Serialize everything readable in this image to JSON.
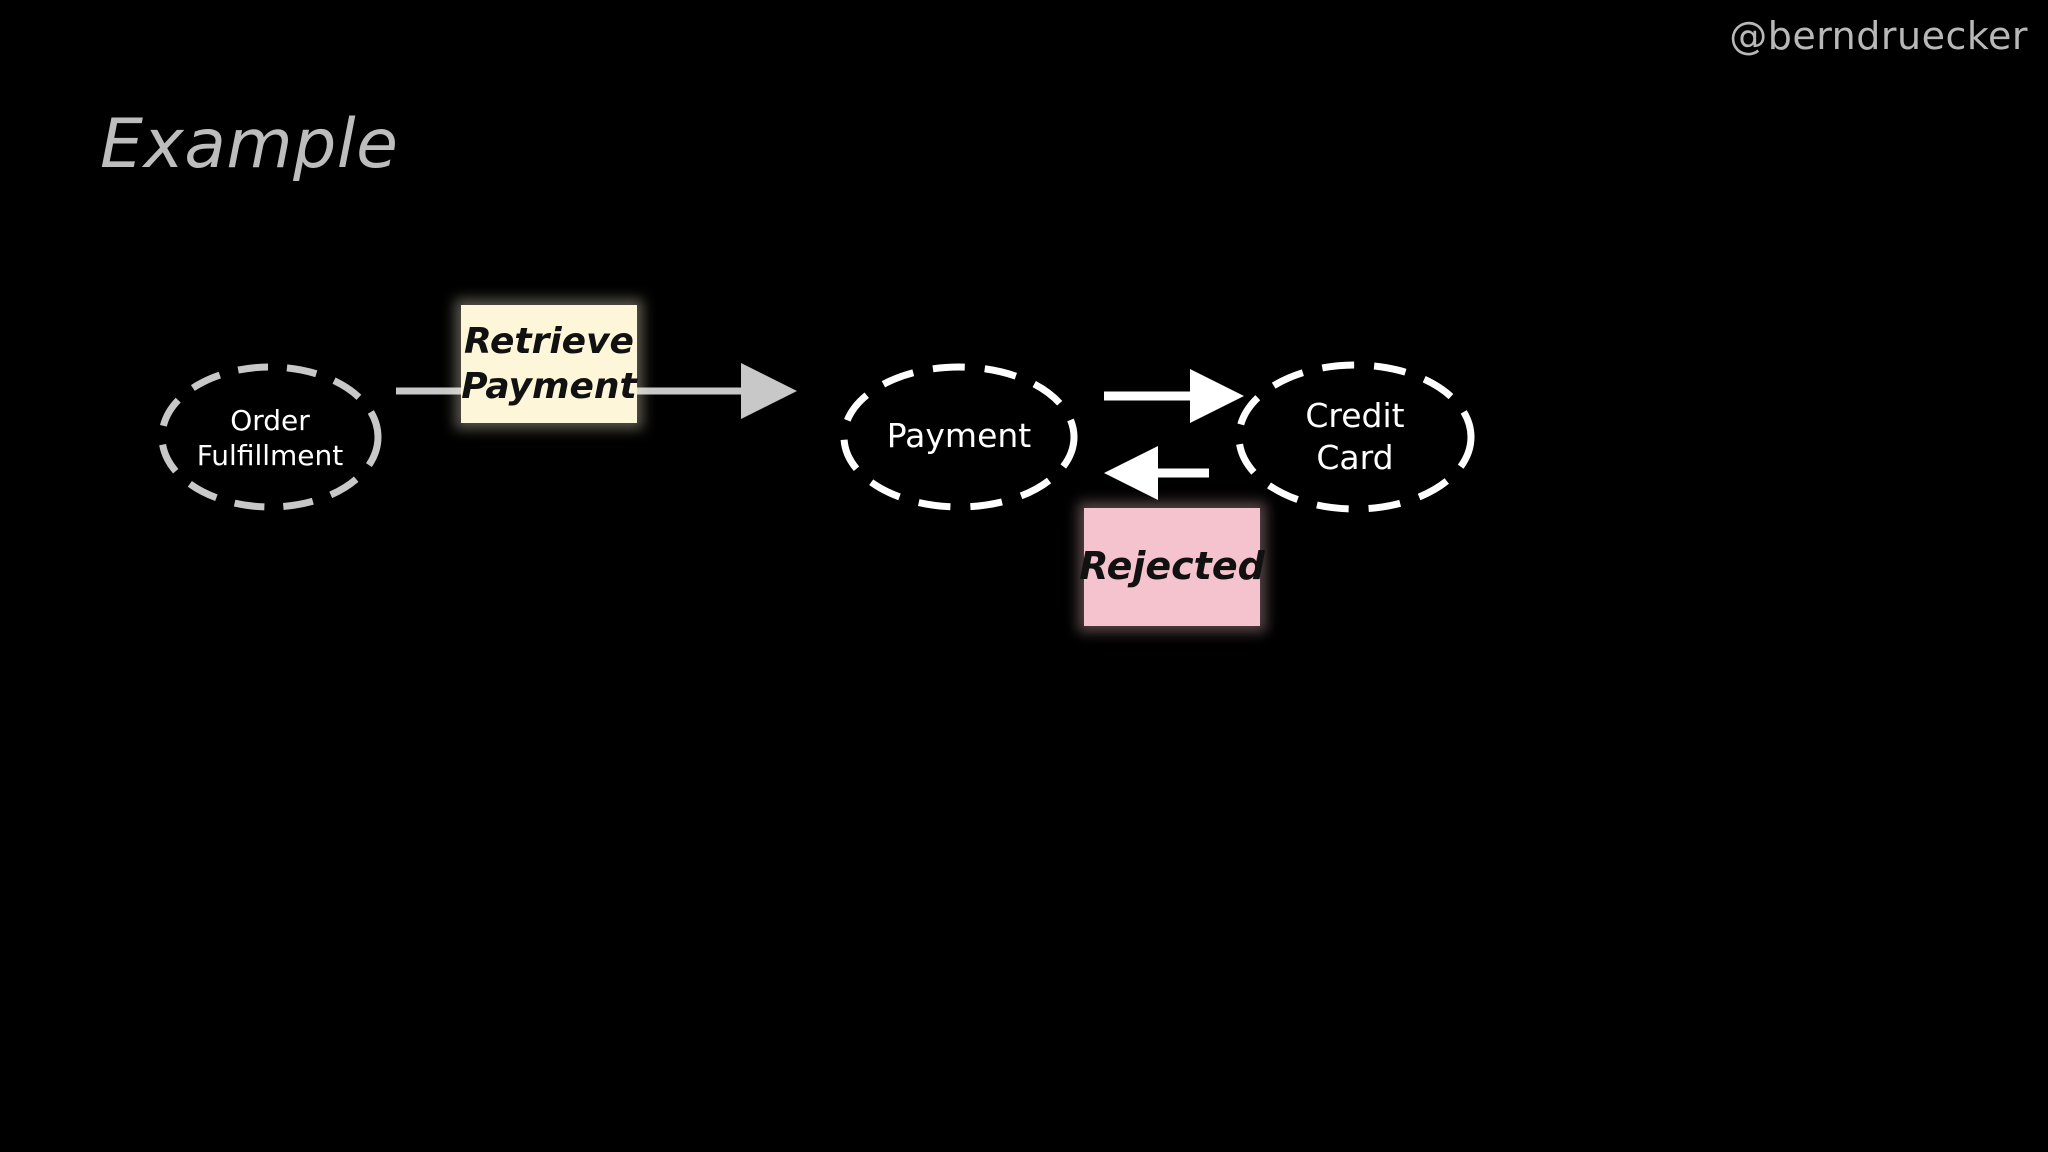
{
  "slide": {
    "handle": "@berndruecker",
    "title": "Example"
  },
  "nodes": {
    "order_fulfillment": {
      "line1": "Order",
      "line2": "Fulfillment"
    },
    "payment": {
      "label": "Payment"
    },
    "credit_card": {
      "line1": "Credit",
      "line2": "Card"
    }
  },
  "stickies": {
    "retrieve_payment": {
      "line1": "Retrieve",
      "line2": "Payment",
      "color": "#fdf6d8"
    },
    "rejected": {
      "label": "Rejected",
      "color": "#f5c3cd"
    }
  },
  "colors": {
    "background": "#000000",
    "muted_stroke": "#c8c8c8",
    "bright_stroke": "#ffffff"
  }
}
